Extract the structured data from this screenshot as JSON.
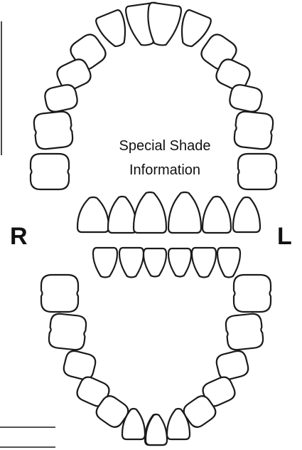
{
  "diagram": {
    "info_line_1": "Special Shade",
    "info_line_2": "Information",
    "right_side_label": "R",
    "left_side_label": "L",
    "colors": {
      "outline": "#1a1a1a",
      "background": "#ffffff"
    }
  }
}
